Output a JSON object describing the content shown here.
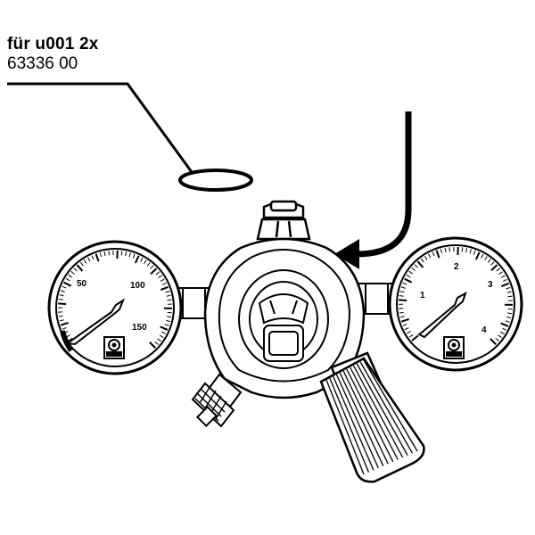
{
  "label": {
    "line1": "für u001 2x",
    "line2": "63336 00"
  },
  "left_gauge": {
    "scale": [
      "50",
      "100",
      "150"
    ]
  },
  "right_gauge": {
    "scale": [
      "1",
      "2",
      "3",
      "4"
    ]
  }
}
